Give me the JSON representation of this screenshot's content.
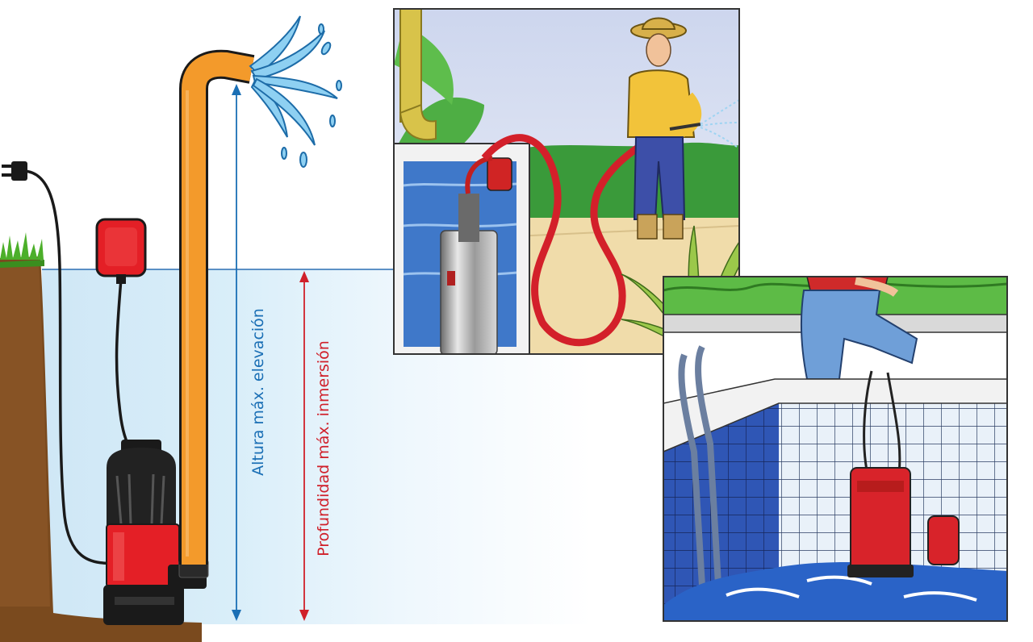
{
  "labels": {
    "max_height": "Altura máx. elevación",
    "max_depth": "Profundidad máx. inmersión"
  },
  "colors": {
    "water": "#d6ecf8",
    "height_arrow": "#1a6fb5",
    "depth_arrow": "#d0202a",
    "hose": "#f39a2b",
    "pump_red": "#e41f26",
    "soil": "#7a4a1e",
    "grass": "#4caf2a"
  },
  "icons": [
    "power-plug-icon",
    "float-switch-icon",
    "submersible-pump-icon",
    "water-spray-icon"
  ],
  "illustrations": [
    "garden-watering-scene",
    "pool-draining-scene"
  ]
}
